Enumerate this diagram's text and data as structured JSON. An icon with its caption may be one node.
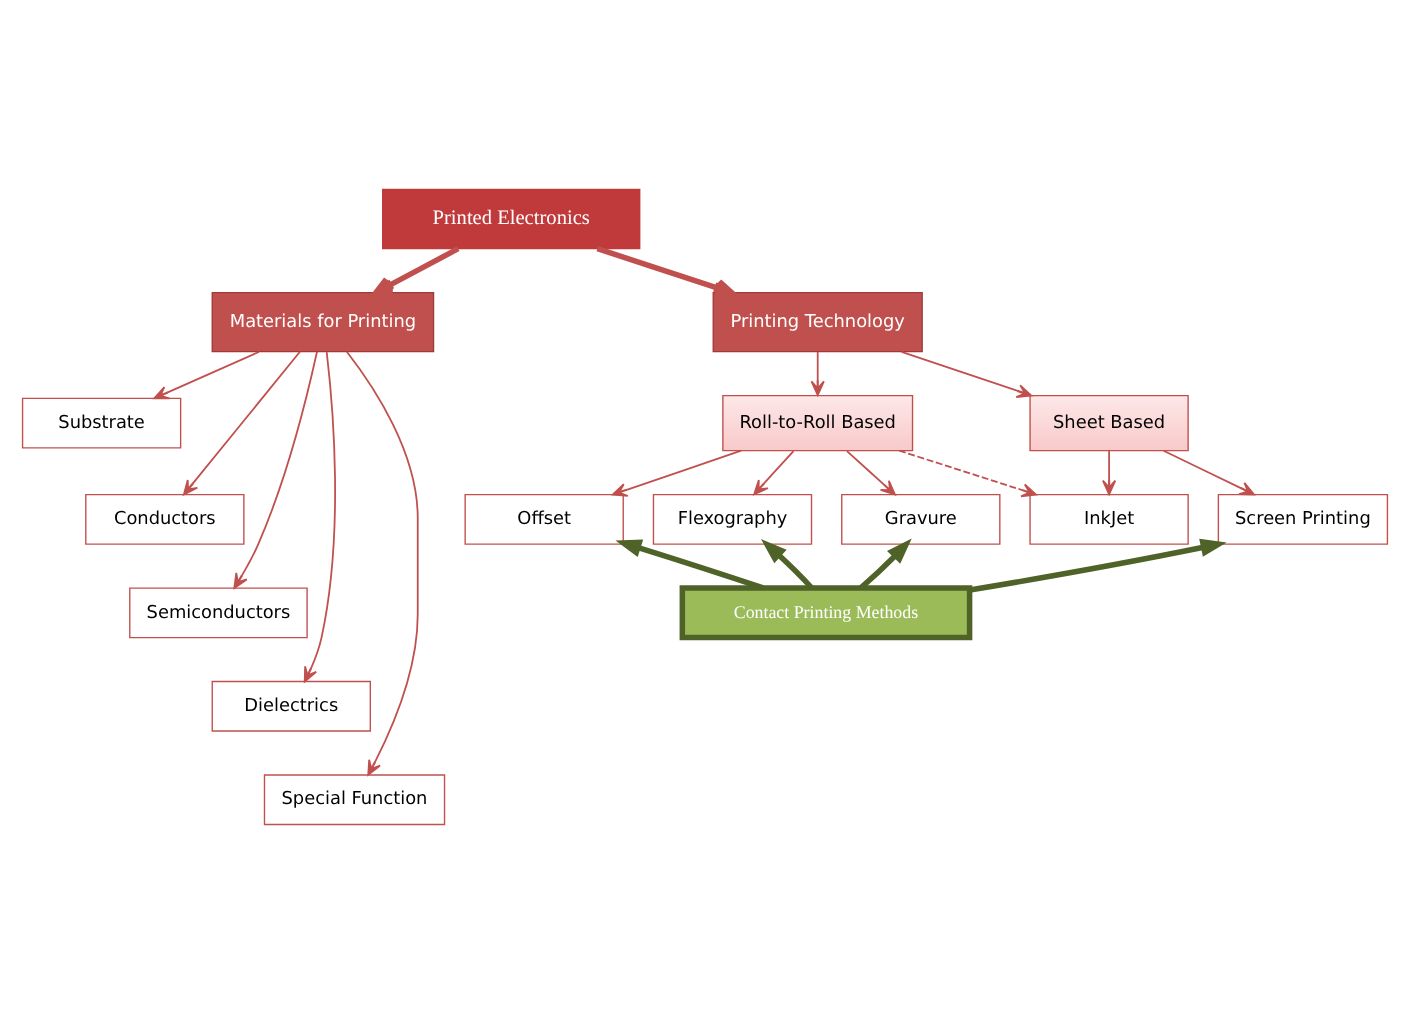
{
  "diagram": {
    "nodes": [
      {
        "text": [
          "Printed Electronics"
        ]
      },
      {
        "text": [
          "Materials for Printing"
        ]
      },
      {
        "text": [
          "Printing Technology"
        ]
      },
      {
        "text": [
          "Substrate"
        ]
      },
      {
        "text": [
          "Conductors"
        ]
      },
      {
        "text": [
          "Semiconductors"
        ]
      },
      {
        "text": [
          "Dielectrics"
        ]
      },
      {
        "text": [
          "Special Function"
        ]
      },
      {
        "text": [
          "Roll-to-Roll Based"
        ]
      },
      {
        "text": [
          "Sheet Based"
        ]
      },
      {
        "text": [
          "Offset"
        ]
      },
      {
        "text": [
          "Flexography"
        ]
      },
      {
        "text": [
          "Gravure"
        ]
      },
      {
        "text": [
          "InkJet"
        ]
      },
      {
        "text": [
          "Screen Printing"
        ]
      },
      {
        "text": [
          "Contact Printing Methods"
        ]
      }
    ],
    "edges": [
      {
        "from": 0,
        "to": 1,
        "arrow": "to",
        "style": "thick"
      },
      {
        "from": 0,
        "to": 2,
        "arrow": "to",
        "style": "thick"
      },
      {
        "from": 1,
        "to": 3,
        "arrow": "to"
      },
      {
        "from": 1,
        "to": 4,
        "arrow": "to"
      },
      {
        "from": 1,
        "to": 5,
        "arrow": "to"
      },
      {
        "from": 1,
        "to": 6,
        "arrow": "to"
      },
      {
        "from": 1,
        "to": 7,
        "arrow": "to"
      },
      {
        "from": 2,
        "to": 8,
        "arrow": "to"
      },
      {
        "from": 2,
        "to": 9,
        "arrow": "to"
      },
      {
        "from": 8,
        "to": 10,
        "arrow": "to"
      },
      {
        "from": 8,
        "to": 11,
        "arrow": "to"
      },
      {
        "from": 8,
        "to": 12,
        "arrow": "to"
      },
      {
        "from": 8,
        "to": 13,
        "arrow": "to",
        "style": "dashed"
      },
      {
        "from": 9,
        "to": 13,
        "arrow": "to"
      },
      {
        "from": 9,
        "to": 14,
        "arrow": "to"
      },
      {
        "from": 15,
        "to": 10,
        "arrow": "to",
        "style": "thick",
        "color": "#4f6228"
      },
      {
        "from": 15,
        "to": 11,
        "arrow": "to",
        "style": "thick",
        "color": "#4f6228"
      },
      {
        "from": 15,
        "to": 12,
        "arrow": "to",
        "style": "thick",
        "color": "#4f6228"
      },
      {
        "from": 15,
        "to": 14,
        "arrow": "to",
        "style": "thick",
        "color": "#4f6228"
      }
    ]
  }
}
